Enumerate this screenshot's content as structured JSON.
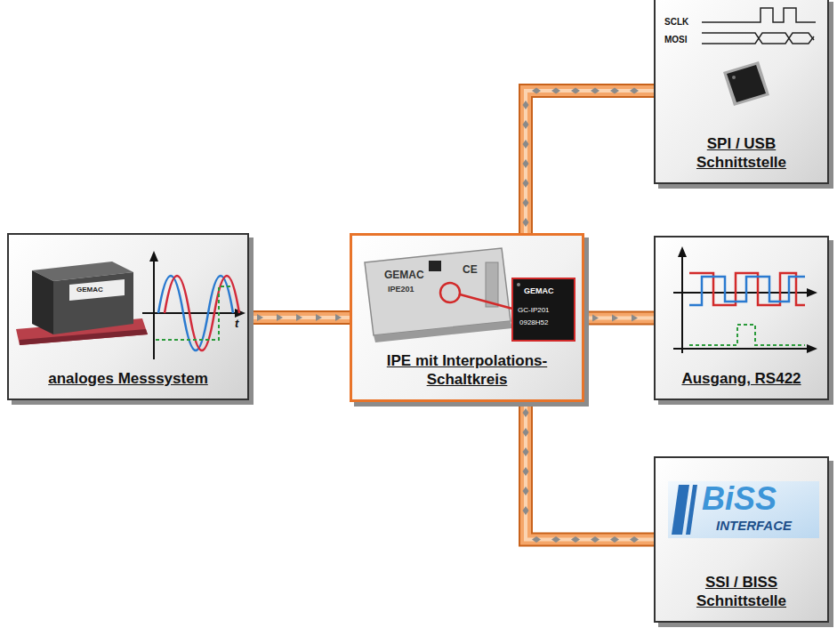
{
  "diagram": {
    "nodes": [
      {
        "text": [
          "analoges Messsystem"
        ]
      },
      {
        "text": [
          "IPE mit Interpolations- Schaltkreis"
        ]
      },
      {
        "text": [
          "SPI / USB Schnittstelle"
        ]
      },
      {
        "text": [
          "Ausgang, RS422"
        ]
      },
      {
        "text": [
          "SSI / BISS Schnittstelle"
        ]
      }
    ],
    "edges": [
      {
        "from": 0,
        "to": 1,
        "arrow": "to"
      },
      {
        "from": 1,
        "to": 2,
        "arrow": "both"
      },
      {
        "from": 1,
        "to": 3,
        "arrow": "to"
      },
      {
        "from": 1,
        "to": 4,
        "arrow": "both"
      }
    ],
    "labels": [
      "SCLK",
      "MOSI",
      "GEMAC",
      "t",
      "GEMAC",
      "IPE201",
      "CE",
      "GEMAC",
      "GC-IP201",
      "0928H52",
      "BiSS",
      "INTERFACE"
    ]
  }
}
